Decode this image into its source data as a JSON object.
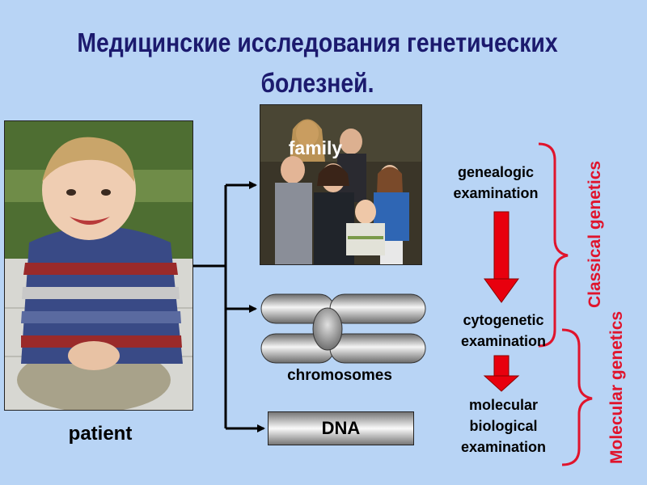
{
  "title": "Медицинские исследования генетических болезней.",
  "labels": {
    "patient": "patient",
    "family": "family",
    "chromosomes": "chromosomes",
    "dna": "DNA"
  },
  "steps": {
    "genealogic": "genealogic examination",
    "cytogenetic": "cytogenetic examination",
    "molecular": "molecular biological examination"
  },
  "brackets": {
    "classical": "Classical genetics",
    "molecular": "Molecular genetics"
  },
  "colors": {
    "background": "#b8d4f5",
    "title": "#1c1a6e",
    "arrow": "#e8000e",
    "bracket": "#e0142c"
  }
}
